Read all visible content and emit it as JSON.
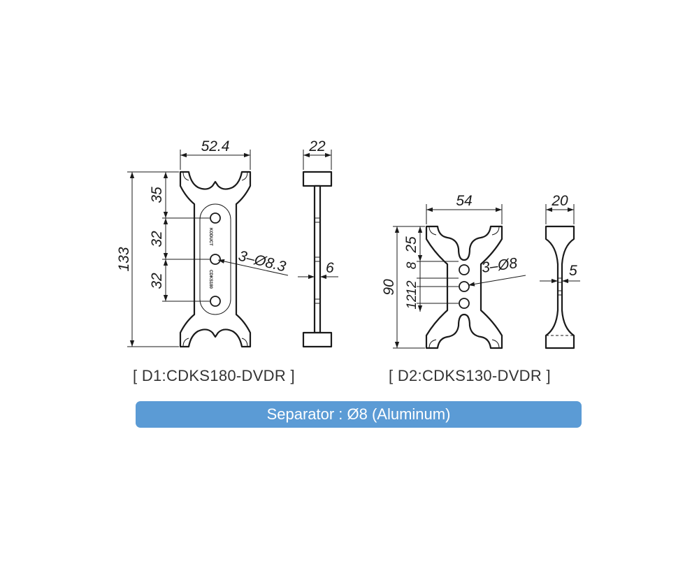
{
  "parts": [
    {
      "caption": "[ D1:CDKS180-DVDR ]",
      "dims": {
        "width": "52.4",
        "height": "133",
        "top_pitch": "35",
        "pitch_a": "32",
        "pitch_b": "32",
        "holes": "3–Ø8.3",
        "side_width": "22",
        "thickness": "6"
      },
      "engraving": [
        "KODUCT",
        "CDKS180"
      ]
    },
    {
      "caption": "[ D2:CDKS130-DVDR ]",
      "dims": {
        "width": "54",
        "height": "90",
        "top_pitch": "25",
        "pitch_a": "12",
        "pitch_b": "8",
        "pitch_c": "12",
        "holes": "3–Ø8",
        "side_width": "20",
        "thickness": "5"
      }
    }
  ],
  "banner": "Separator : Ø8 (Aluminum)",
  "colors": {
    "banner": "#5b9bd5",
    "line": "#1a1a1a",
    "caption": "#333333"
  }
}
